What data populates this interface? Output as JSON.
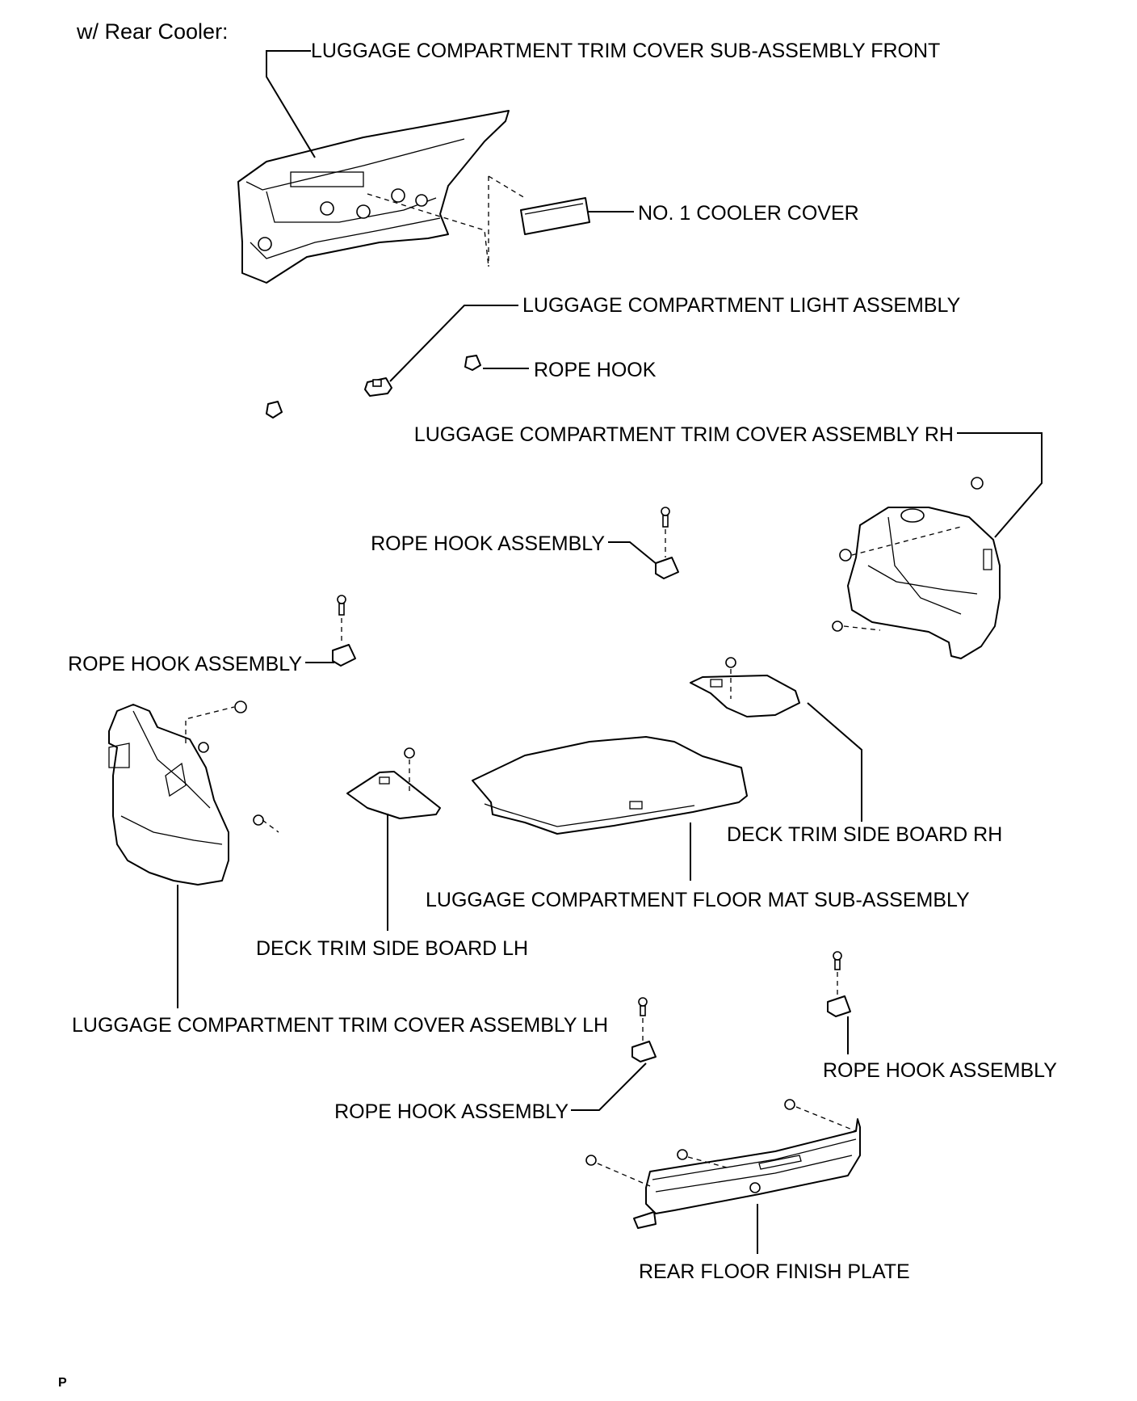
{
  "header": {
    "title": "w/ Rear Cooler:"
  },
  "parts": [
    {
      "id": "trim_front",
      "label": "LUGGAGE COMPARTMENT TRIM COVER SUB-ASSEMBLY FRONT"
    },
    {
      "id": "cooler_cover",
      "label": "NO. 1 COOLER COVER"
    },
    {
      "id": "light",
      "label": "LUGGAGE COMPARTMENT LIGHT ASSEMBLY"
    },
    {
      "id": "rope_hook",
      "label": "ROPE HOOK"
    },
    {
      "id": "trim_rh",
      "label": "LUGGAGE COMPARTMENT TRIM COVER ASSEMBLY RH"
    },
    {
      "id": "rope_hook_asm_1",
      "label": "ROPE HOOK ASSEMBLY"
    },
    {
      "id": "rope_hook_asm_2",
      "label": "ROPE HOOK ASSEMBLY"
    },
    {
      "id": "deck_rh",
      "label": "DECK TRIM SIDE BOARD RH"
    },
    {
      "id": "floor_mat",
      "label": "LUGGAGE COMPARTMENT FLOOR MAT SUB-ASSEMBLY"
    },
    {
      "id": "deck_lh",
      "label": "DECK TRIM SIDE BOARD LH"
    },
    {
      "id": "trim_lh",
      "label": "LUGGAGE COMPARTMENT TRIM COVER ASSEMBLY LH"
    },
    {
      "id": "rope_hook_asm_3",
      "label": "ROPE HOOK ASSEMBLY"
    },
    {
      "id": "rope_hook_asm_4",
      "label": "ROPE HOOK ASSEMBLY"
    },
    {
      "id": "finish_plate",
      "label": "REAR FLOOR FINISH PLATE"
    }
  ],
  "footer": {
    "code": "P"
  }
}
